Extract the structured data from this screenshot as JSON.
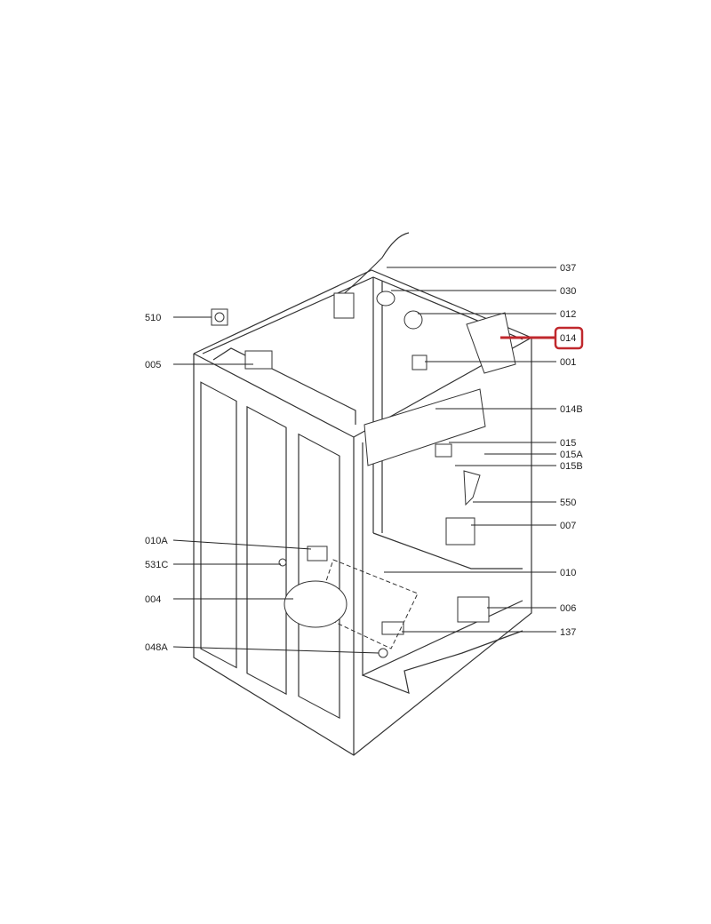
{
  "diagram": {
    "highlight_color": "#c0282d",
    "highlighted_part": "014",
    "labels_right": [
      "037",
      "030",
      "012",
      "014",
      "001",
      "014B",
      "015",
      "015A",
      "015B",
      "550",
      "007",
      "010",
      "006",
      "137"
    ],
    "labels_left": [
      "510",
      "005",
      "010A",
      "531C",
      "004",
      "048A"
    ]
  }
}
